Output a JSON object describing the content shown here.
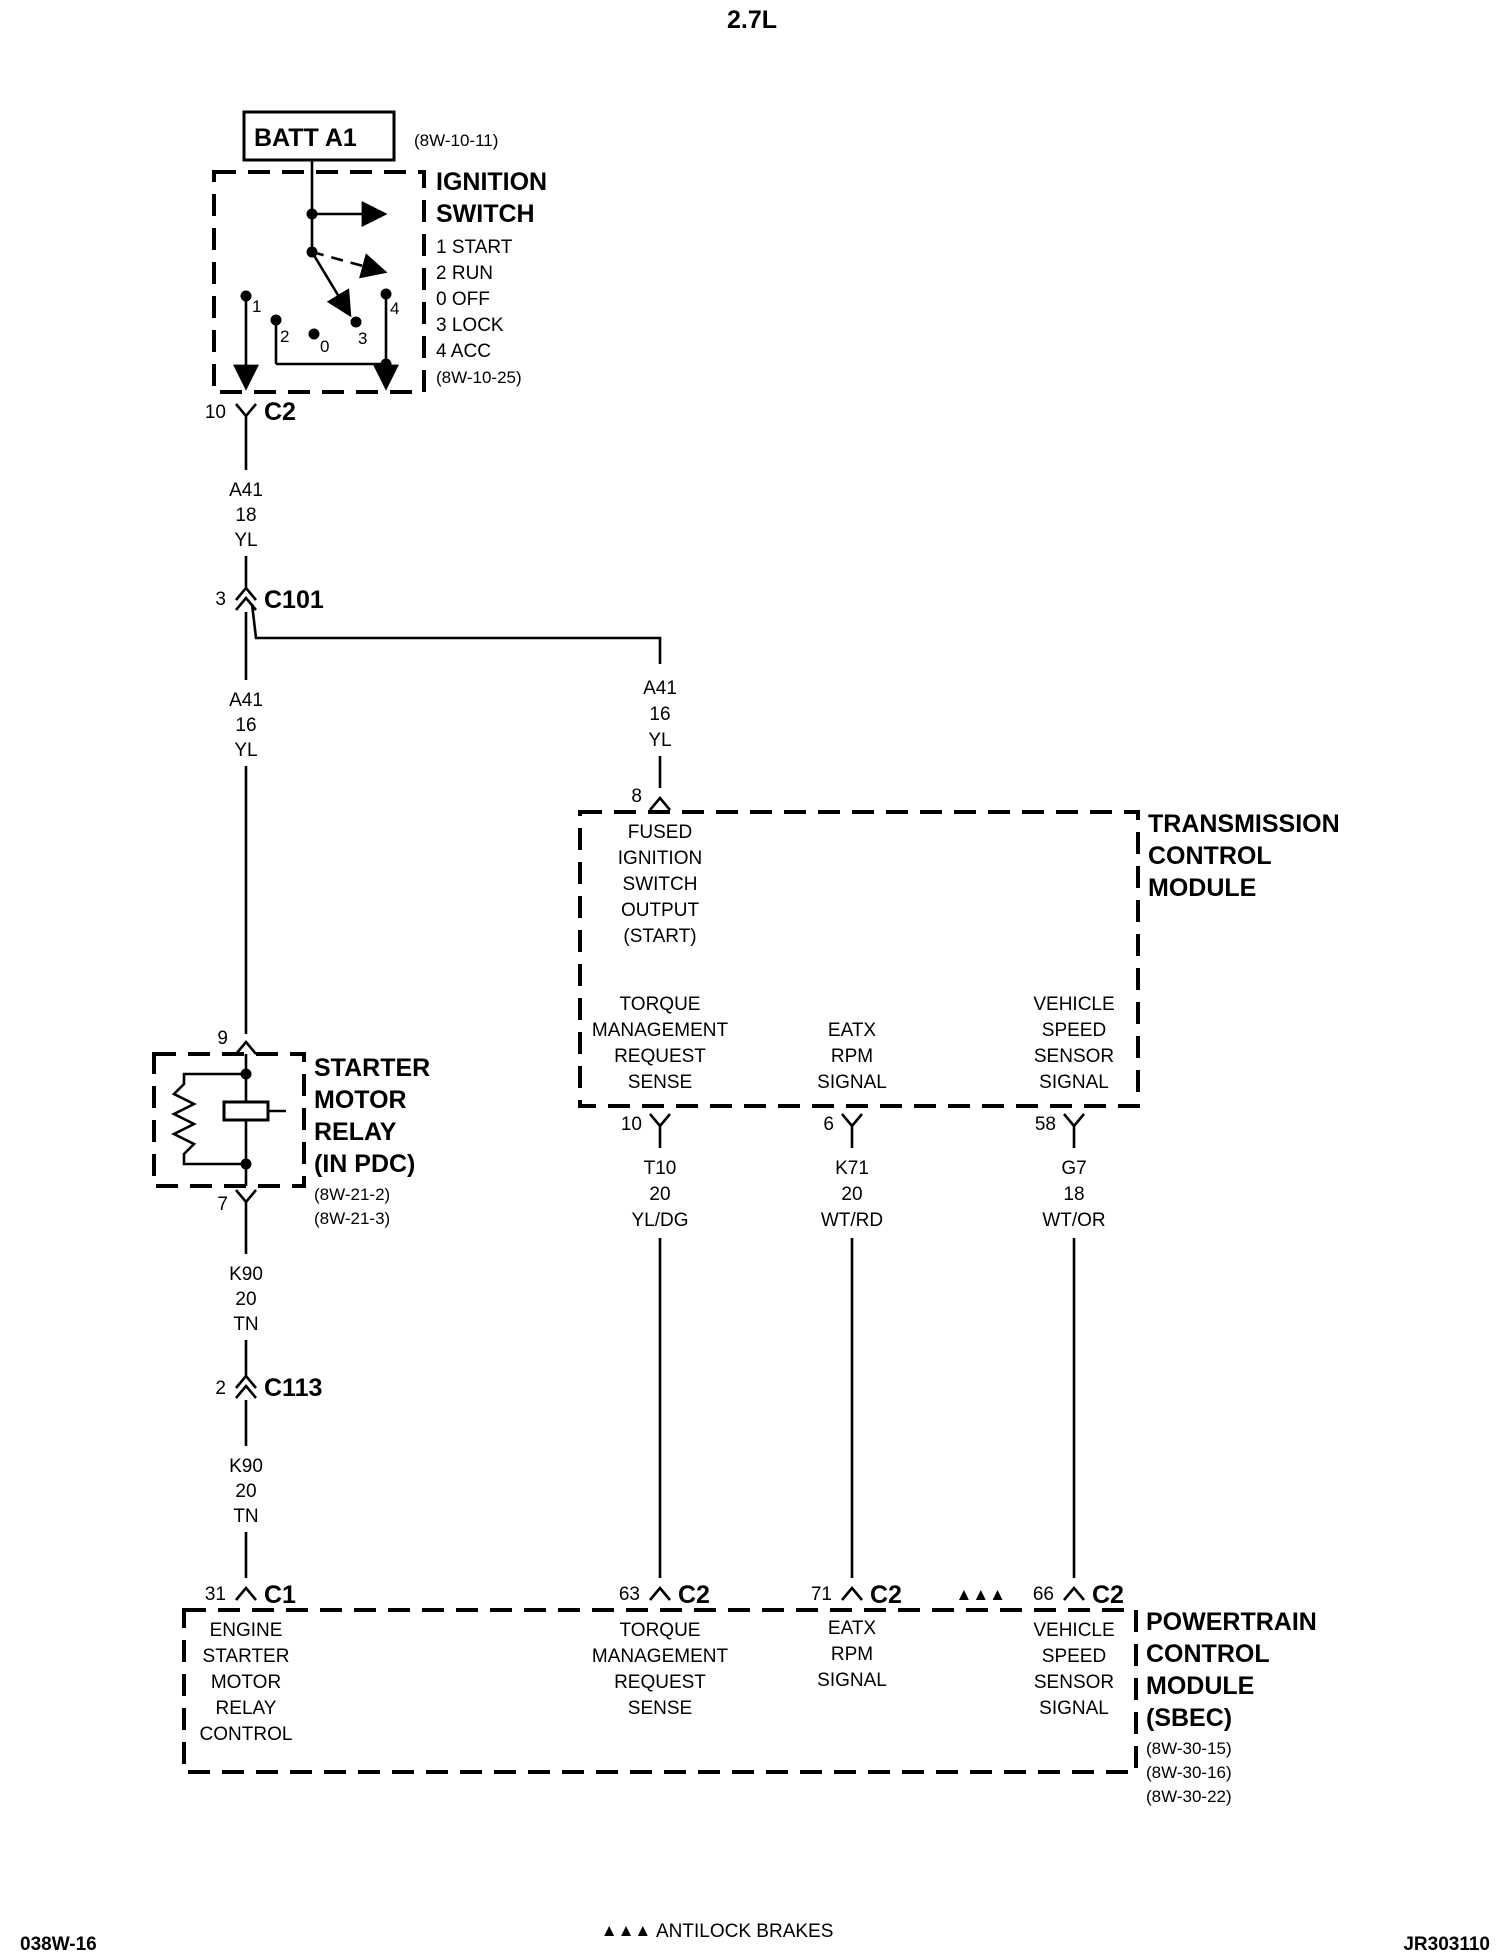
{
  "header": {
    "title": "2.7L"
  },
  "ignition": {
    "batt_label": "BATT A1",
    "batt_ref": "(8W-10-11)",
    "title": [
      "IGNITION",
      "SWITCH"
    ],
    "positions": [
      "1 START",
      "2 RUN",
      "0 OFF",
      "3 LOCK",
      "4 ACC"
    ],
    "ref": "(8W-10-25)",
    "pins": [
      "1",
      "2",
      "0",
      "3",
      "4"
    ]
  },
  "c2_top": {
    "pin": "10",
    "name": "C2"
  },
  "wire1": [
    "A41",
    "18",
    "YL"
  ],
  "c101": {
    "pin": "3",
    "name": "C101"
  },
  "wire2": [
    "A41",
    "16",
    "YL"
  ],
  "wire3": [
    "A41",
    "16",
    "YL"
  ],
  "tcm": {
    "title": [
      "TRANSMISSION",
      "CONTROL",
      "MODULE"
    ],
    "pin_in": "8",
    "in_label": [
      "FUSED",
      "IGNITION",
      "SWITCH",
      "OUTPUT",
      "(START)"
    ],
    "outputs": [
      {
        "label": [
          "TORQUE",
          "MANAGEMENT",
          "REQUEST",
          "SENSE"
        ],
        "pin": "10",
        "wire": [
          "T10",
          "20",
          "YL/DG"
        ]
      },
      {
        "label": [
          "EATX",
          "RPM",
          "SIGNAL"
        ],
        "pin": "6",
        "wire": [
          "K71",
          "20",
          "WT/RD"
        ]
      },
      {
        "label": [
          "VEHICLE",
          "SPEED",
          "SENSOR",
          "SIGNAL"
        ],
        "pin": "58",
        "wire": [
          "G7",
          "18",
          "WT/OR"
        ]
      }
    ]
  },
  "relay": {
    "title": [
      "STARTER",
      "MOTOR",
      "RELAY",
      "(IN PDC)"
    ],
    "refs": [
      "(8W-21-2)",
      "(8W-21-3)"
    ],
    "pin_top": "9",
    "pin_bottom": "7"
  },
  "wire4": [
    "K90",
    "20",
    "TN"
  ],
  "c113": {
    "pin": "2",
    "name": "C113"
  },
  "wire5": [
    "K90",
    "20",
    "TN"
  ],
  "pcm": {
    "title": [
      "POWERTRAIN",
      "CONTROL",
      "MODULE",
      "(SBEC)"
    ],
    "refs": [
      "(8W-30-15)",
      "(8W-30-16)",
      "(8W-30-22)"
    ],
    "inputs": [
      {
        "pin": "31",
        "conn": "C1",
        "label": [
          "ENGINE",
          "STARTER",
          "MOTOR",
          "RELAY",
          "CONTROL"
        ]
      },
      {
        "pin": "63",
        "conn": "C2",
        "label": [
          "TORQUE",
          "MANAGEMENT",
          "REQUEST",
          "SENSE"
        ]
      },
      {
        "pin": "71",
        "conn": "C2",
        "label": [
          "EATX",
          "RPM",
          "SIGNAL"
        ]
      },
      {
        "pin": "66",
        "conn": "C2",
        "label": [
          "VEHICLE",
          "SPEED",
          "SENSOR",
          "SIGNAL"
        ]
      }
    ]
  },
  "legend": {
    "symbol": "▲▲▲",
    "text": "ANTILOCK BRAKES"
  },
  "footer": {
    "left": "038W-16",
    "right": "JR303110"
  }
}
